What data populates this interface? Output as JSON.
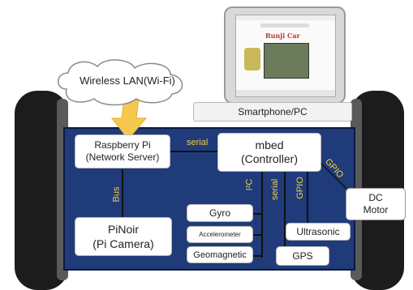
{
  "cloud": {
    "label": "Wireless LAN(Wi-Fi)"
  },
  "device": {
    "label": "Smartphone/PC"
  },
  "phone_screen": {
    "app_title": "Runji Car"
  },
  "nodes": {
    "raspberry": {
      "line1": "Raspberry Pi",
      "line2": "(Network Server)"
    },
    "mbed": {
      "line1": "mbed",
      "line2": "(Controller)"
    },
    "pinoir": {
      "line1": "PiNoir",
      "line2": "(Pi Camera)"
    },
    "gyro": "Gyro",
    "accelerometer": "Accelerometer",
    "geomagnetic": "Geomagnetic",
    "ultrasonic": "Ultrasonic",
    "gps": "GPS",
    "dc_motor": {
      "line1": "DC",
      "line2": "Motor"
    }
  },
  "connections": {
    "serial_top": "serial",
    "bus": "Bus",
    "i2c": "I²C",
    "serial_vertical": "serial",
    "gpio_vertical": "GPIO",
    "gpio_diagonal": "GPIO"
  },
  "colors": {
    "board": "#1f3b7a",
    "label": "#f4d03f",
    "arrow": "#f6c94e",
    "wheel": "#1c1c1c"
  }
}
